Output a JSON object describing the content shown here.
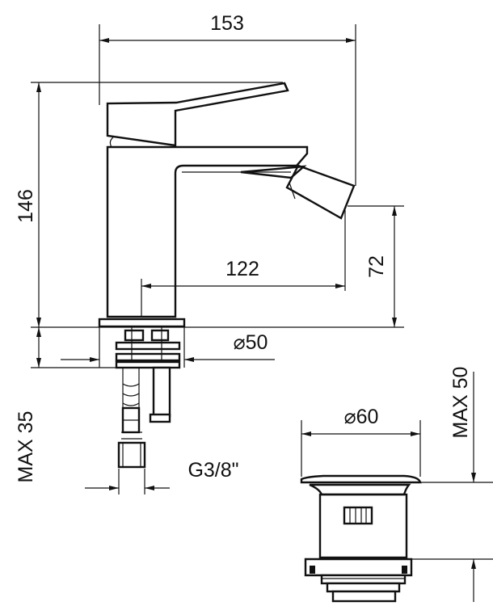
{
  "dimensions": {
    "total_width": "153",
    "total_height": "146",
    "spout_reach": "122",
    "spout_height": "72",
    "base_diameter": "⌀50",
    "max_thickness": "MAX 35",
    "connection": "G3/8\"",
    "waste_diameter": "⌀60",
    "waste_max": "MAX 50"
  },
  "colors": {
    "line": "#111111",
    "background": "#ffffff"
  }
}
